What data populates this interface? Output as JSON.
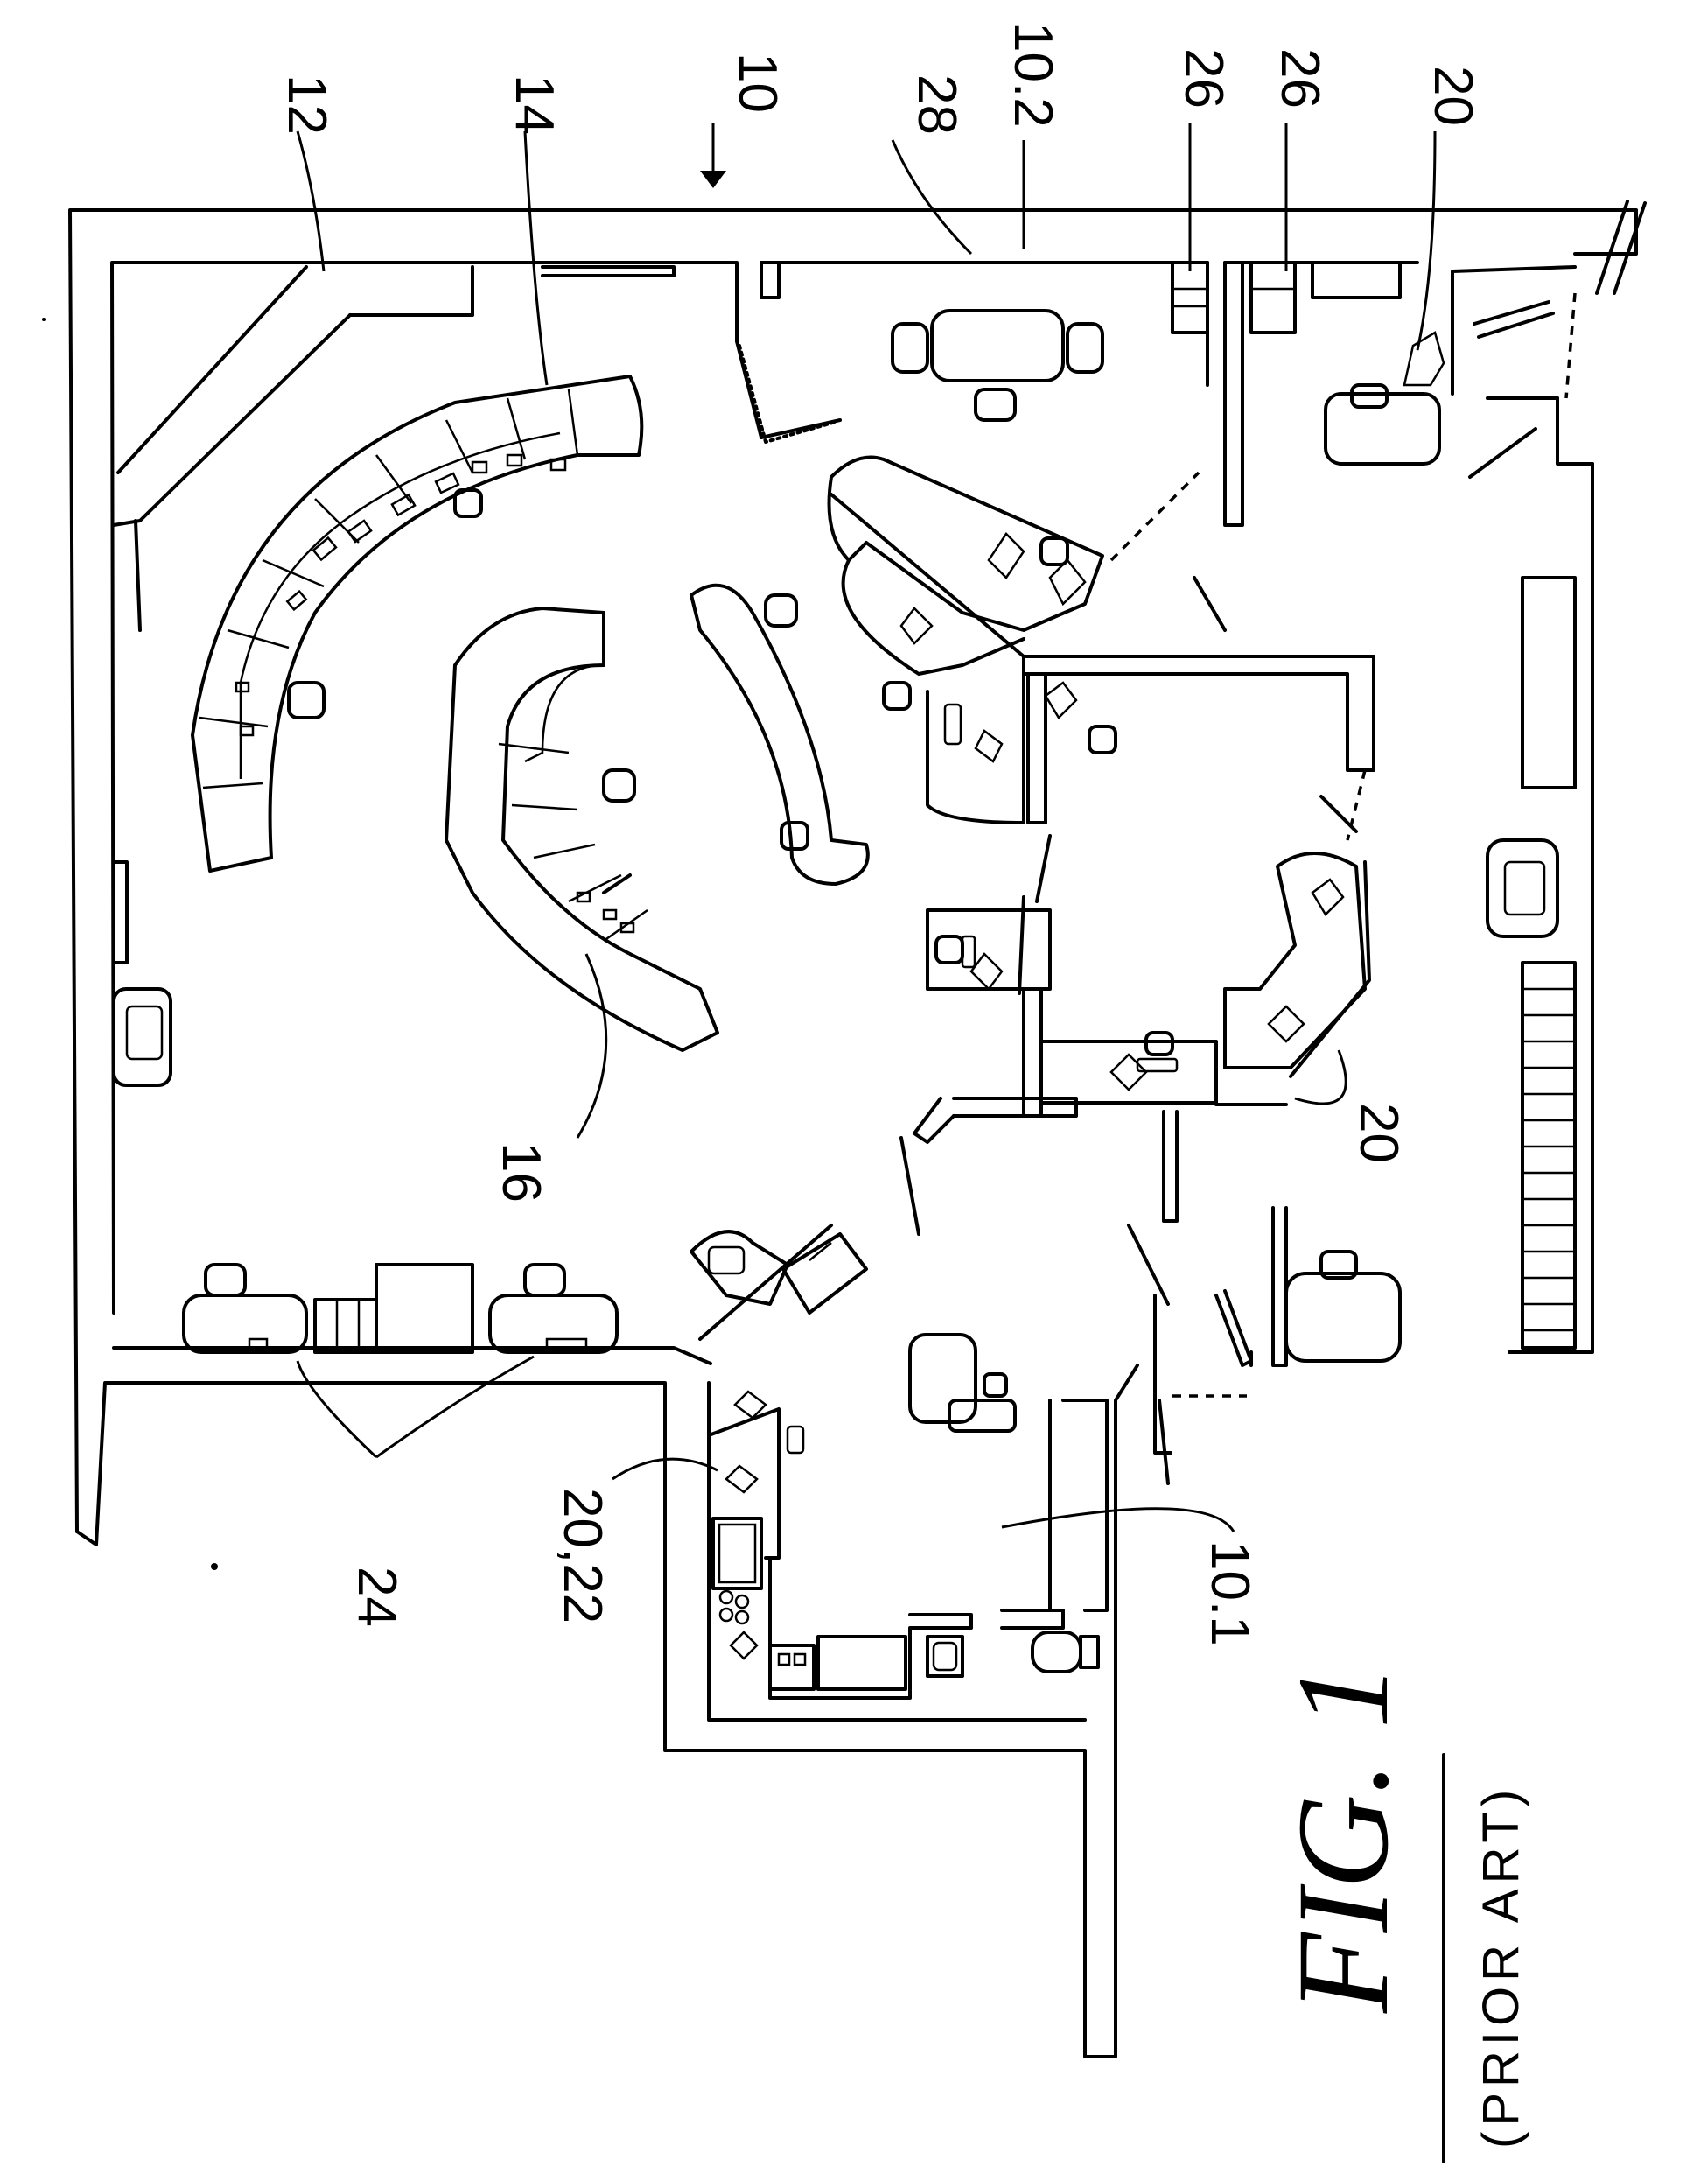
{
  "figure": {
    "title": "FIG. 1",
    "subtitle": "(PRIOR ART)"
  },
  "labels": {
    "l10": "10",
    "l10_2": "10.2",
    "l28": "28",
    "l26a": "26",
    "l26b": "26",
    "l20_top": "20",
    "l12": "12",
    "l14": "14",
    "l16": "16",
    "l20_mid": "20",
    "l24": "24",
    "l20_22": "20,22",
    "l10_1": "10.1"
  }
}
